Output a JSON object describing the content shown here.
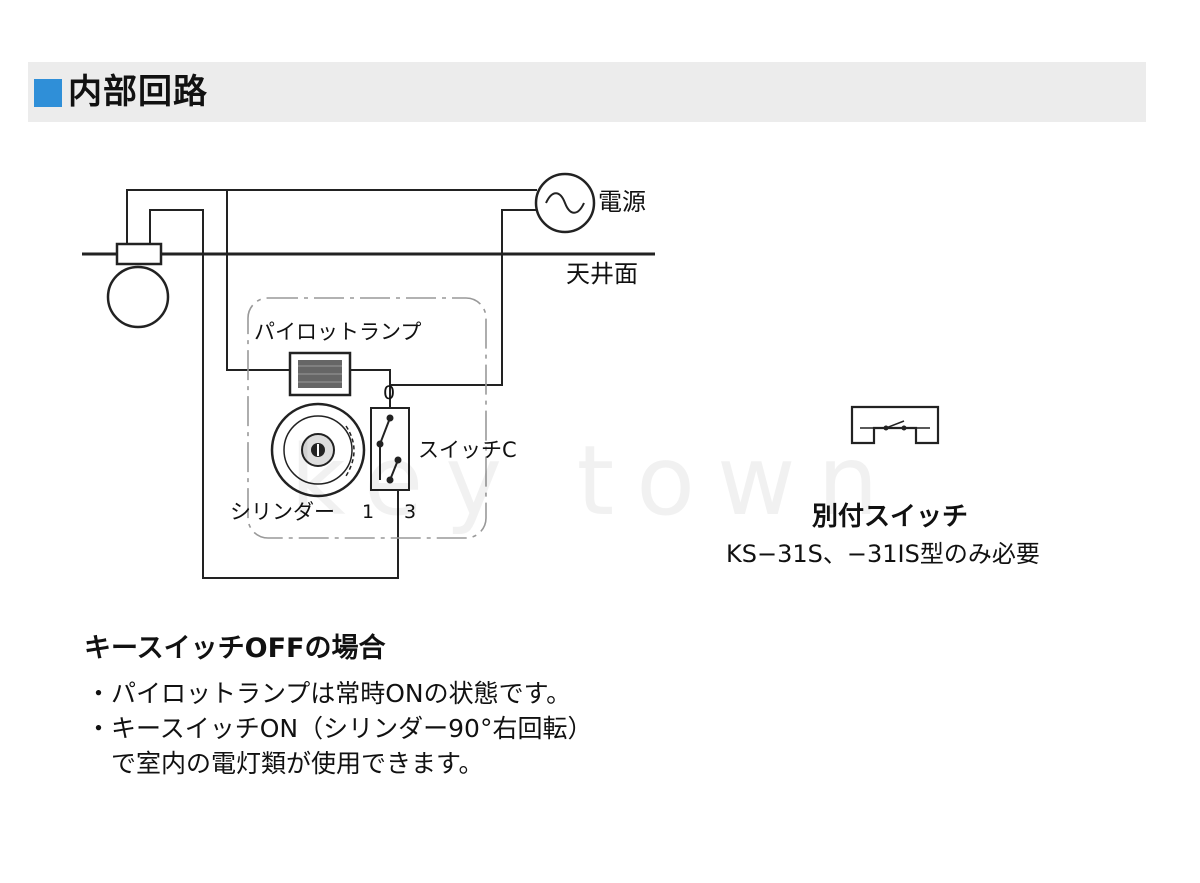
{
  "header": {
    "title": "内部回路"
  },
  "diagram": {
    "labels": {
      "power": "電源",
      "ceiling": "天井面",
      "pilot_lamp": "パイロットランプ",
      "switch_c": "スイッチC",
      "cylinder": "シリンダー",
      "terminal_0": "0",
      "terminal_1": "1",
      "terminal_3": "3"
    },
    "watermark": "key town"
  },
  "separate_switch": {
    "title": "別付スイッチ",
    "note": "KS−31S、−31IS型のみ必要"
  },
  "notes": {
    "title": "キースイッチOFFの場合",
    "items": [
      "・パイロットランプは常時ONの状態です。",
      "・キースイッチON（シリンダー90°右回転）",
      "　で室内の電灯類が使用できます。"
    ]
  }
}
